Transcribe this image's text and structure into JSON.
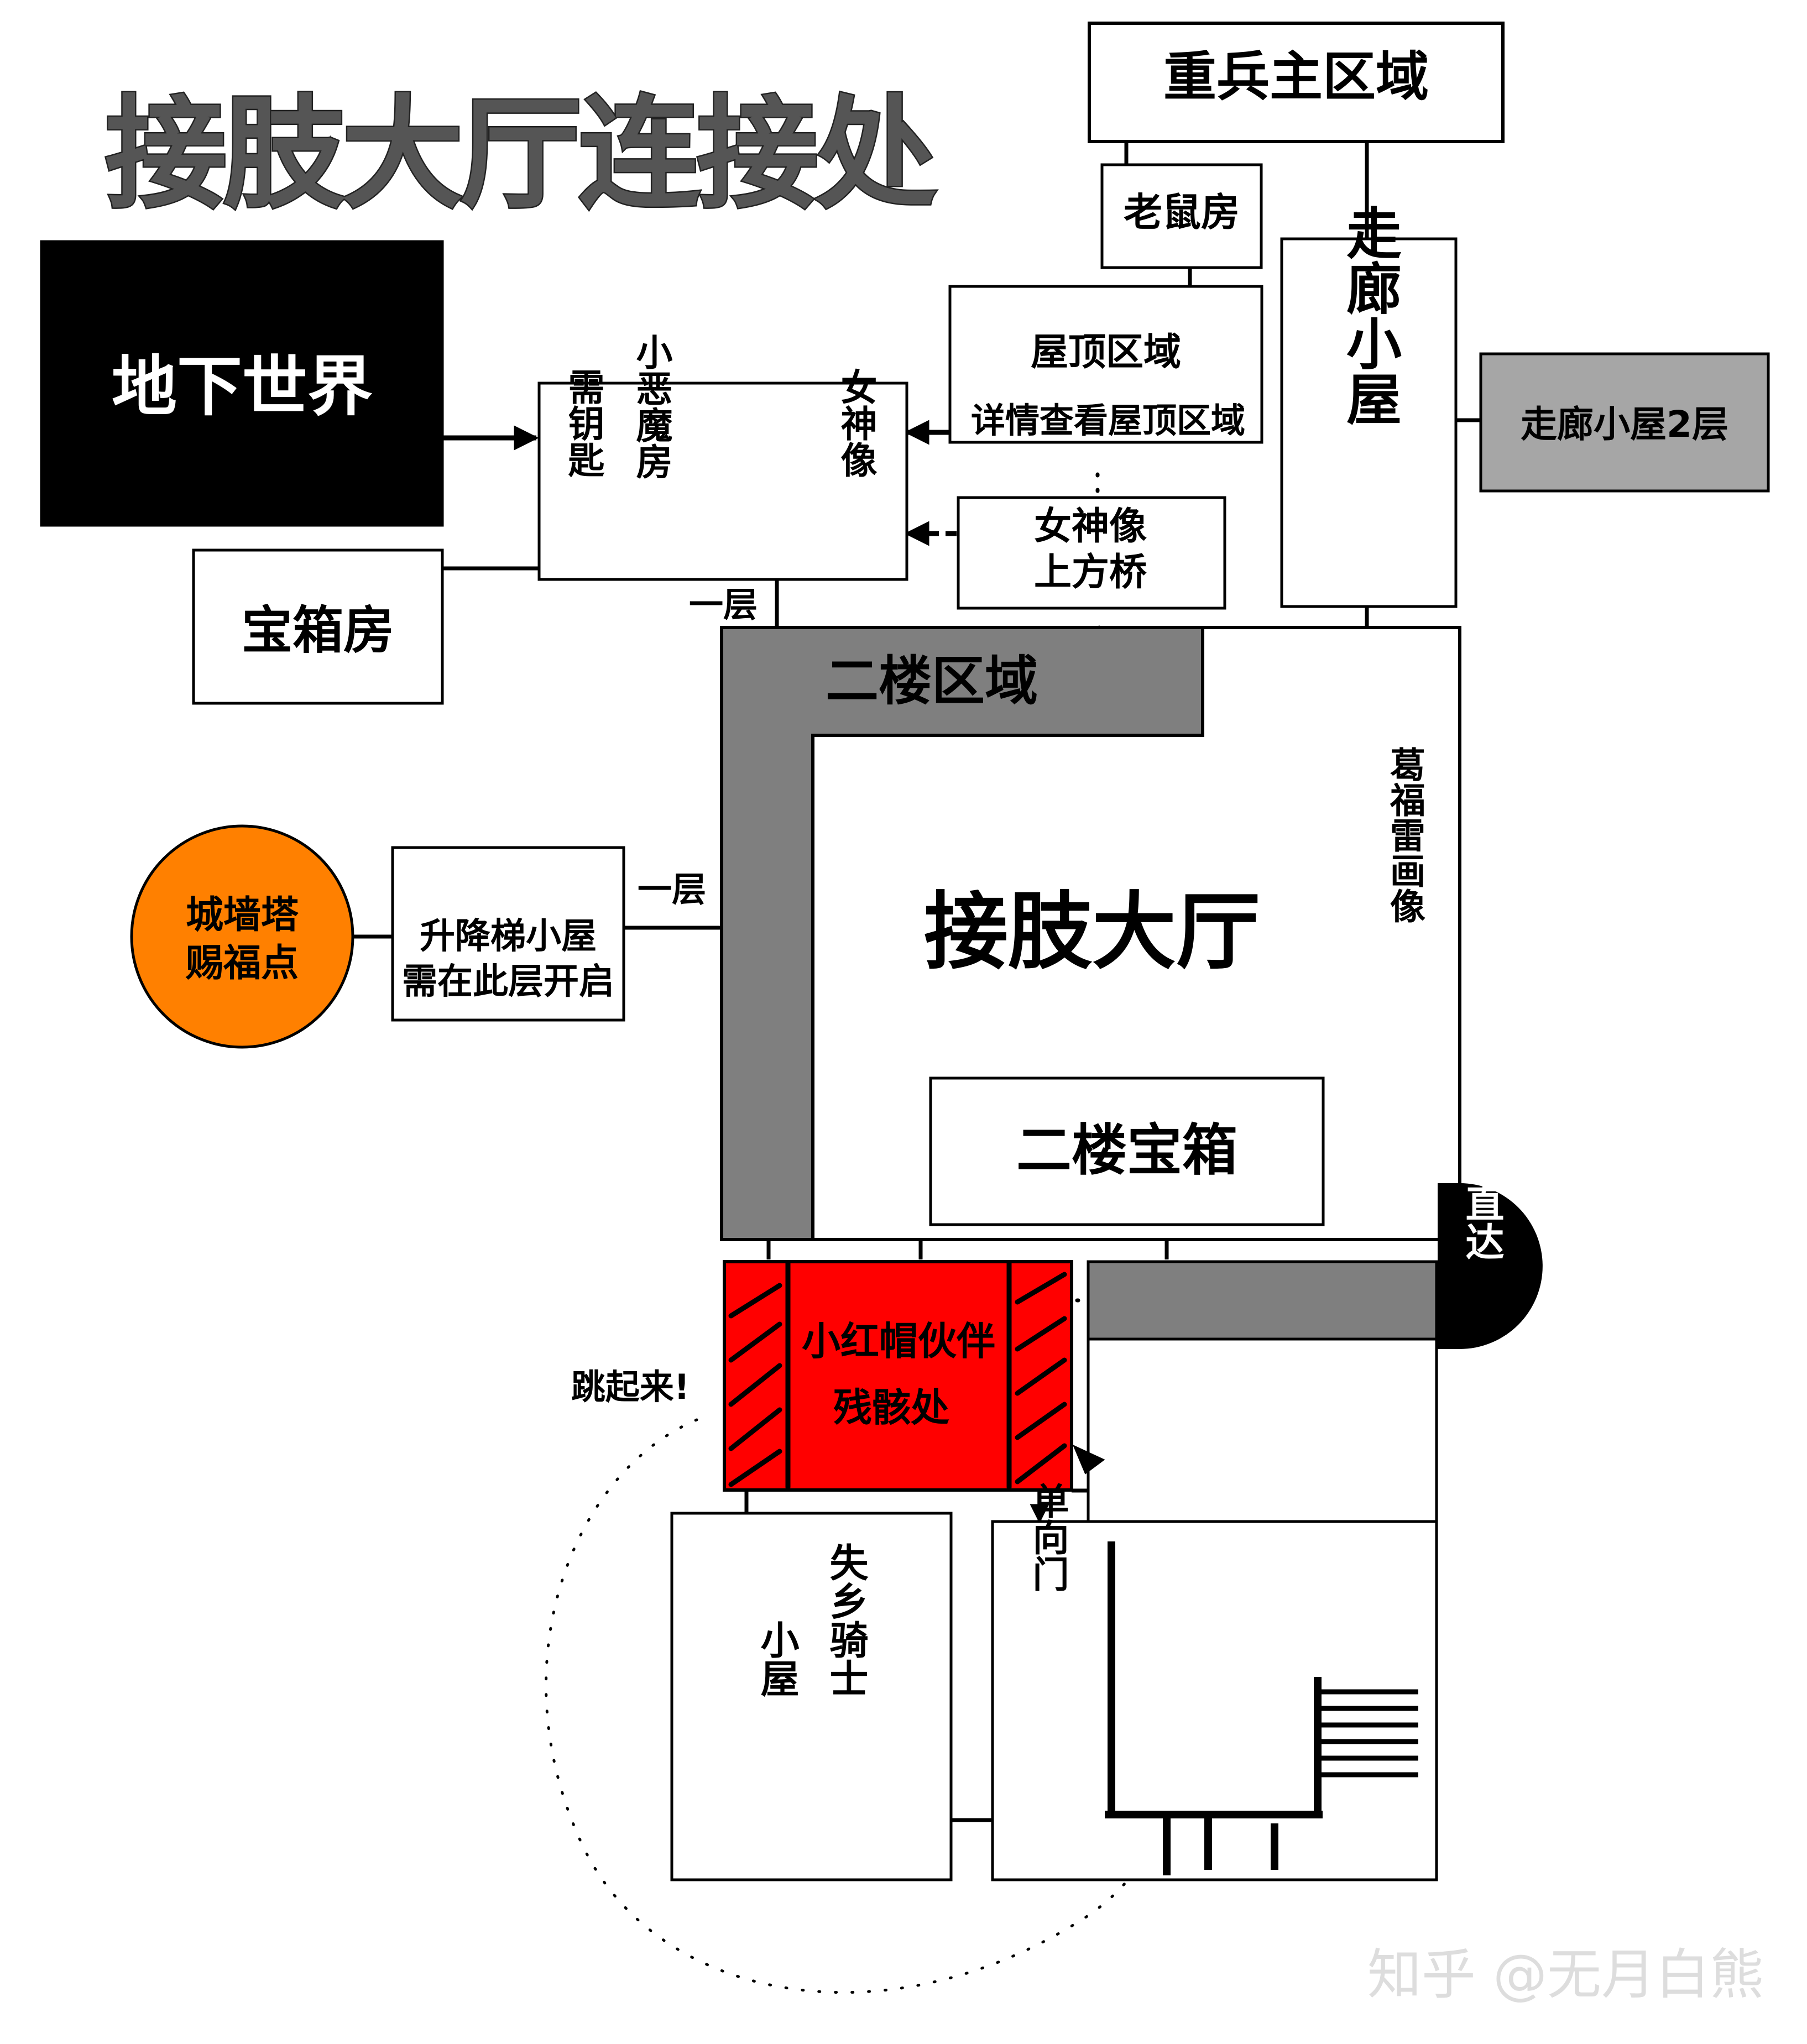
{
  "diagram": {
    "title": "接肢大厅连接处",
    "watermark": "知乎 @无月白熊",
    "colors": {
      "black": "#000000",
      "gray_region": "#7f7f7f",
      "gray_box": "#a6a6a6",
      "red": "#ff0000",
      "orange": "#ff8000",
      "white": "#ffffff"
    },
    "nodes": {
      "main_area": "重兵主区域",
      "rat_room": "老鼠房",
      "roof_area": "屋顶区域",
      "roof_detail": "详情查看屋顶区域",
      "corridor_house": "走廊小屋",
      "corridor_house_2f": "走廊小屋2层",
      "underworld": "地下世界",
      "imp_room": "小恶魔房",
      "need_key": "需钥匙",
      "goddess_statue": "女神像",
      "goddess_bridge_1": "女神像",
      "goddess_bridge_2": "上方桥",
      "treasure_room": "宝箱房",
      "floor1_label_top": "一层",
      "floor2_area": "二楼区域",
      "hall": "接肢大厅",
      "godfrey_portrait": "葛福雷画像",
      "floor2_chest": "二楼宝箱",
      "wall_tower_1": "城墙塔",
      "wall_tower_2": "赐福点",
      "elevator_1": "升降梯小屋",
      "elevator_2": "需在此层开启",
      "floor1_label_mid": "一层",
      "direct_floor1": "一楼直达",
      "red_remains_1": "小红帽伙伴",
      "red_remains_2": "残骸处",
      "jump": "跳起来!",
      "lost_knight": "失乡骑士",
      "hut": "小屋",
      "one_way_door": "单向门"
    }
  }
}
